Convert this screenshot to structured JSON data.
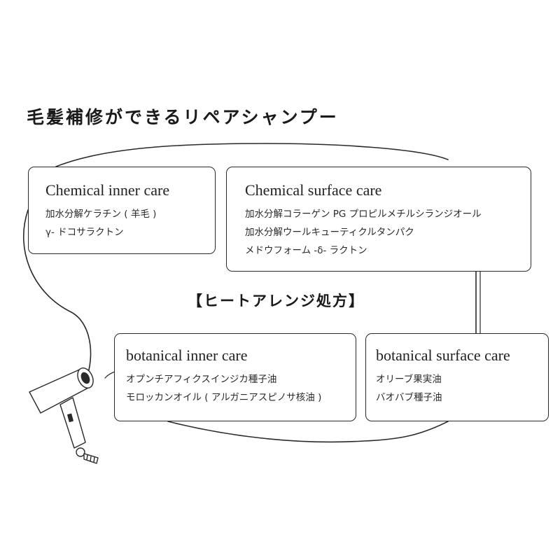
{
  "heading": "毛髪補修ができるリペアシャンプー",
  "sub_heading": "【ヒートアレンジ処方】",
  "cards": [
    {
      "title": "Chemical inner care",
      "lines": [
        "加水分解ケラチン ( 羊毛 )",
        "γ- ドコサラクトン"
      ]
    },
    {
      "title": "Chemical surface care",
      "lines": [
        "加水分解コラーゲン PG プロピルメチルシランジオール",
        "加水分解ウールキューティクルタンパク",
        "メドウフォーム -δ- ラクトン"
      ]
    },
    {
      "title": "botanical inner care",
      "lines": [
        "オプンチアフィクスインジカ種子油",
        "モロッカンオイル ( アルガニアスピノサ核油 )"
      ]
    },
    {
      "title": "botanical surface care",
      "lines": [
        "オリーブ果実油",
        "バオバブ種子油"
      ]
    }
  ],
  "icons": {
    "dryer": "hair-dryer-icon"
  }
}
